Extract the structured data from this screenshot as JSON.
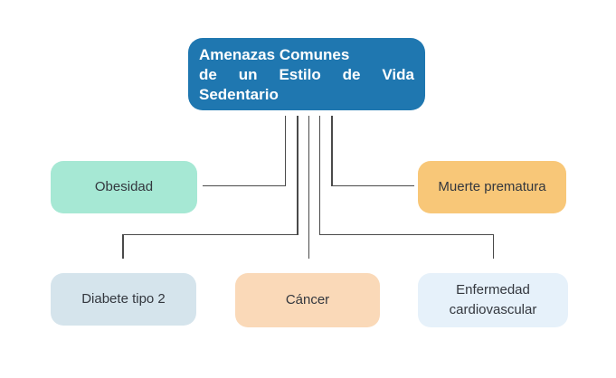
{
  "diagram": {
    "title": {
      "lines": [
        "Amenazas Comunes",
        "de un Estilo de Vida",
        "Sedentario"
      ],
      "full_text": "Amenazas Comunes de un Estilo de Vida Sedentario"
    },
    "nodes": [
      {
        "id": "obesidad",
        "label": "Obesidad",
        "bg": "#a6e8d4"
      },
      {
        "id": "muerte-prematura",
        "label": "Muerte prematura",
        "bg": "#f8c778"
      },
      {
        "id": "diabete-tipo-2",
        "label": "Diabete tipo 2",
        "bg": "#d5e4ec"
      },
      {
        "id": "cancer",
        "label": "Cáncer",
        "bg": "#fad9b8"
      },
      {
        "id": "enfermedad-cardiovascular",
        "label": "Enfermedad cardiovascular",
        "bg": "#e6f1fa"
      }
    ],
    "colors": {
      "title_bg": "#1f77b0",
      "title_text": "#ffffff",
      "label_text": "#33373e",
      "connector": "#4a4a4a",
      "background": "#ffffff"
    }
  }
}
